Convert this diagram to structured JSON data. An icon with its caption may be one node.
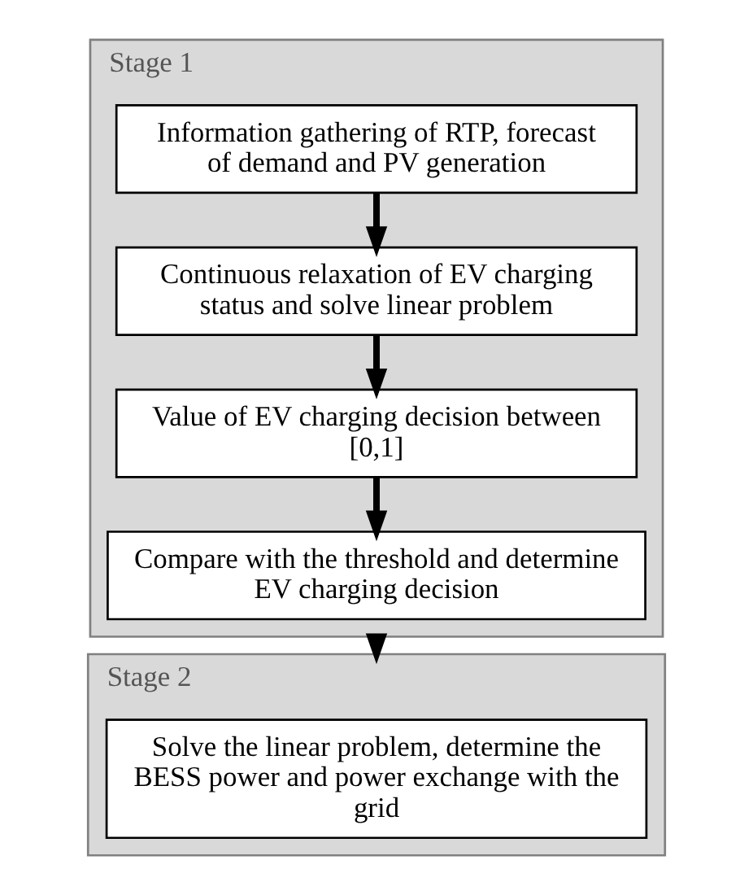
{
  "diagram": {
    "nodes": [
      {
        "text": [
          "Stage 1"
        ]
      },
      {
        "text": [
          "Information gathering of RTP, forecast of demand and PV generation"
        ],
        "in": 0
      },
      {
        "text": [
          "Continuous relaxation of EV charging status and solve linear problem"
        ],
        "in": 0
      },
      {
        "text": [
          "Value of EV charging decision between [0,1]"
        ],
        "in": 0
      },
      {
        "text": [
          "Compare with the threshold and determine EV charging decision"
        ],
        "in": 0
      },
      {
        "text": [
          "Stage 2"
        ]
      },
      {
        "text": [
          "Solve the linear problem, determine the BESS power and power exchange with the grid"
        ],
        "in": 5
      }
    ],
    "edges": [
      {
        "from": 1,
        "to": 2,
        "arrow": "to"
      },
      {
        "from": 2,
        "to": 3,
        "arrow": "to"
      },
      {
        "from": 3,
        "to": 4,
        "arrow": "to"
      },
      {
        "from": 0,
        "to": 5,
        "arrow": "to"
      }
    ]
  }
}
